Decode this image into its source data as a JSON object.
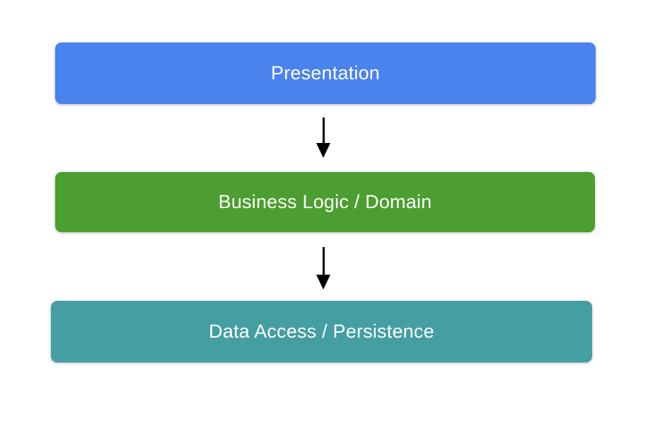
{
  "diagram": {
    "background_color": "#ffffff",
    "arrow_color": "#000000",
    "nodes": [
      {
        "id": "presentation",
        "label": "Presentation",
        "fill": "#4a82ee",
        "text_color": "#ffffff"
      },
      {
        "id": "business-logic-domain",
        "label": "Business Logic / Domain",
        "fill": "#4c9e30",
        "text_color": "#ffffff"
      },
      {
        "id": "data-access-persistence",
        "label": "Data Access / Persistence",
        "fill": "#449ea2",
        "text_color": "#ffffff"
      }
    ],
    "edges": [
      {
        "from": "presentation",
        "to": "business-logic-domain",
        "style": "arrow-down",
        "color": "#000000"
      },
      {
        "from": "business-logic-domain",
        "to": "data-access-persistence",
        "style": "arrow-down",
        "color": "#000000"
      }
    ]
  }
}
